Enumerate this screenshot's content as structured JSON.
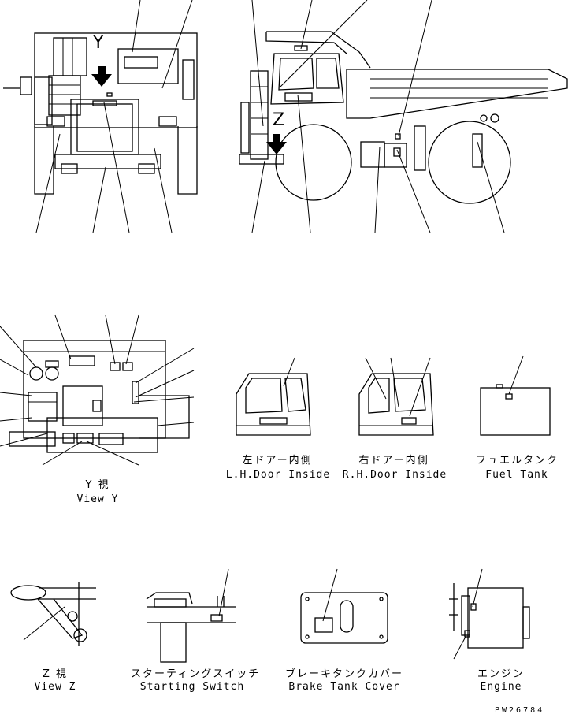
{
  "views": {
    "view_y_letter": "Y",
    "view_z_letter": "Z",
    "view_y": {
      "jp": "Y 視",
      "en": "View Y"
    },
    "view_z": {
      "jp": "Z 視",
      "en": "View Z"
    },
    "lh_door": {
      "jp": "左ドアー内側",
      "en": "L.H.Door Inside"
    },
    "rh_door": {
      "jp": "右ドアー内側",
      "en": "R.H.Door Inside"
    },
    "fuel_tank": {
      "jp": "フュエルタンク",
      "en": "Fuel Tank"
    },
    "starting_switch": {
      "jp": "スターティングスイッチ",
      "en": "Starting Switch"
    },
    "brake_tank_cover": {
      "jp": "ブレーキタンクカバー",
      "en": "Brake Tank Cover"
    },
    "engine": {
      "jp": "エンジン",
      "en": "Engine"
    }
  },
  "drawing_number": "PW26784"
}
